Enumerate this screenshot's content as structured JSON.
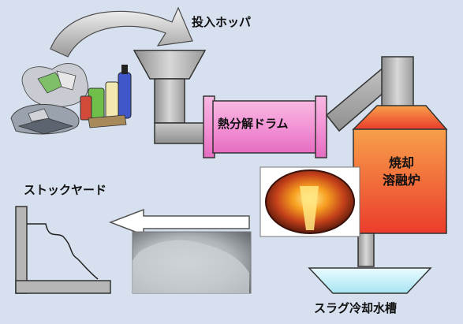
{
  "labels": {
    "hopper": "投入ホッパ",
    "drum": "熱分解ドラム",
    "furnace_line1": "焼却",
    "furnace_line2": "溶融炉",
    "stock_yard": "ストックヤード",
    "slag_tank": "スラグ冷却水槽"
  },
  "colors": {
    "background": "#d7e0ee",
    "drum": "#f7a8dc",
    "furnace_top": "#f79a3c",
    "furnace_bottom": "#ec3f2e",
    "metal": "#b0b0b0",
    "water": "#c8f0f8"
  }
}
